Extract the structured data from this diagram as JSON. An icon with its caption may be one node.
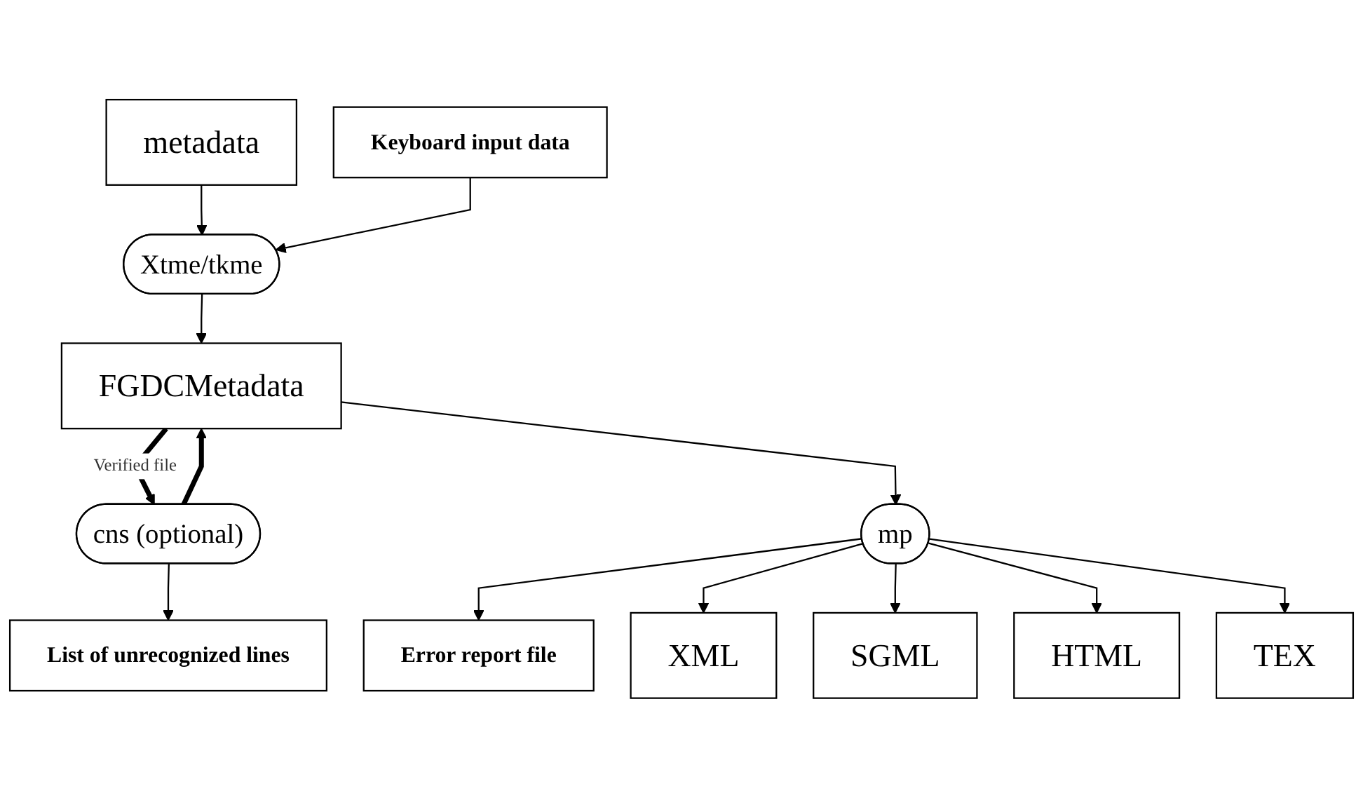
{
  "diagram": {
    "nodes": [
      {
        "text": [
          "metadata"
        ]
      },
      {
        "text": [
          "Xtme/tkme"
        ]
      },
      {
        "text": [
          "Keyboard input data"
        ]
      },
      {
        "text": [
          "FGDCMetadata"
        ]
      },
      {
        "text": [
          "cns (optional)"
        ]
      },
      {
        "text": [
          "List of unrecognized lines"
        ]
      },
      {
        "text": [
          "mp"
        ]
      },
      {
        "text": [
          "Error report file"
        ]
      },
      {
        "text": [
          "XML"
        ]
      },
      {
        "text": [
          "SGML"
        ]
      },
      {
        "text": [
          "HTML"
        ]
      },
      {
        "text": [
          "TEX"
        ]
      }
    ],
    "edges": [
      {
        "from": 0,
        "to": 1,
        "arrow": "to"
      },
      {
        "from": 2,
        "to": 1,
        "arrow": "to"
      },
      {
        "from": 1,
        "to": 3,
        "arrow": "to"
      },
      {
        "from": 4,
        "to": 3,
        "arrow": "to",
        "style": "thick"
      },
      {
        "from": 3,
        "to": 4,
        "arrow": "to",
        "style": "thick",
        "label": "Verified file"
      },
      {
        "from": 4,
        "to": 5,
        "arrow": "to"
      },
      {
        "from": 3,
        "to": 6,
        "arrow": "to"
      },
      {
        "from": 6,
        "to": 7,
        "arrow": "to"
      },
      {
        "from": 6,
        "to": 8,
        "arrow": "to"
      },
      {
        "from": 6,
        "to": 9,
        "arrow": "to"
      },
      {
        "from": 6,
        "to": 10,
        "arrow": "to"
      },
      {
        "from": 6,
        "to": 11,
        "arrow": "to"
      }
    ]
  }
}
